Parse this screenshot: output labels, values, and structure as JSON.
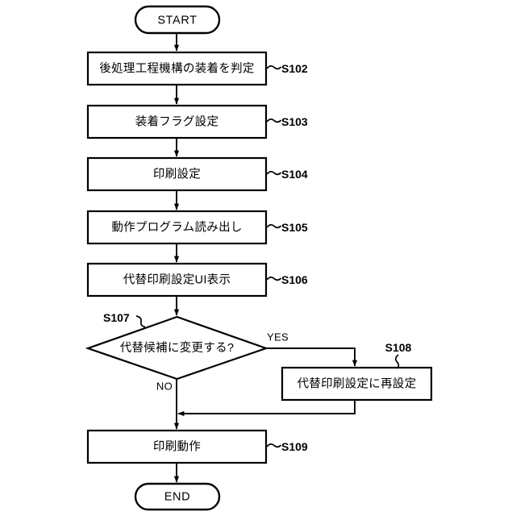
{
  "diagram": {
    "type": "flowchart",
    "orientation": "vertical",
    "language": "ja",
    "colors": {
      "background": "#ffffff",
      "stroke": "#000000",
      "fill": "#ffffff",
      "text": "#000000"
    },
    "terminators": {
      "start": "START",
      "end": "END"
    },
    "nodes": [
      {
        "step": "S102",
        "label": "後処理工程機構の装着を判定",
        "shape": "process"
      },
      {
        "step": "S103",
        "label": "装着フラグ設定",
        "shape": "process"
      },
      {
        "step": "S104",
        "label": "印刷設定",
        "shape": "process"
      },
      {
        "step": "S105",
        "label": "動作プログラム読み出し",
        "shape": "process"
      },
      {
        "step": "S106",
        "label": "代替印刷設定UI表示",
        "shape": "process"
      },
      {
        "step": "S107",
        "label": "代替候補に変更する?",
        "shape": "decision"
      },
      {
        "step": "S108",
        "label": "代替印刷設定に再設定",
        "shape": "process"
      },
      {
        "step": "S109",
        "label": "印刷動作",
        "shape": "process"
      }
    ],
    "branches": {
      "yes": "YES",
      "no": "NO"
    }
  }
}
